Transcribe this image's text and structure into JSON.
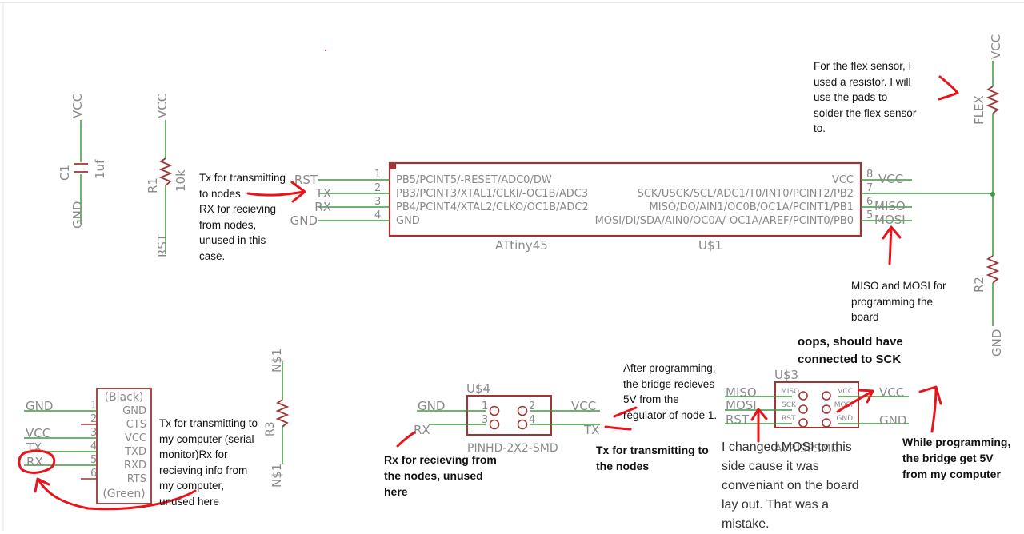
{
  "components": {
    "c1": {
      "ref": "C1",
      "value": "1uf",
      "top_net": "VCC",
      "bottom_net": "GND"
    },
    "r1": {
      "ref": "R1",
      "value": "10k",
      "top_net": "VCC",
      "bottom_net": "RST"
    },
    "u1": {
      "ref": "U$1",
      "part": "ATtiny45",
      "left_pins": [
        {
          "num": "1",
          "name": "PB5/PCINT5/-RESET/ADC0/DW",
          "net": "RST"
        },
        {
          "num": "2",
          "name": "PB3/PCINT3/XTAL1/CLKI/-OC1B/ADC3",
          "net": "TX"
        },
        {
          "num": "3",
          "name": "PB4/PCINT4/XTAL2/CLKO/OC1B/ADC2",
          "net": "RX"
        },
        {
          "num": "4",
          "name": "GND",
          "net": "GND"
        }
      ],
      "right_pins": [
        {
          "num": "8",
          "name": "VCC",
          "net": "VCC"
        },
        {
          "num": "7",
          "name": "SCK/USCK/SCL/ADC1/T0/INT0/PCINT2/PB2",
          "net": ""
        },
        {
          "num": "6",
          "name": "MISO/DO/AIN1/OC0B/OC1A/PCINT1/PB1",
          "net": "MISO"
        },
        {
          "num": "5",
          "name": "MOSI/DI/SDA/AIN0/OC0A/-OC1A/AREF/PCINT0/PB0",
          "net": "MOSI"
        }
      ]
    },
    "flex": {
      "ref": "FLEX",
      "top_net": "VCC"
    },
    "r2": {
      "ref": "R2",
      "bottom_net": "GND"
    },
    "ftdi": {
      "top_label": "(Black)",
      "bottom_label": "(Green)",
      "pins": [
        {
          "num": "1",
          "name": "GND",
          "net": "GND"
        },
        {
          "num": "2",
          "name": "CTS",
          "net": ""
        },
        {
          "num": "3",
          "name": "VCC",
          "net": "VCC"
        },
        {
          "num": "4",
          "name": "TXD",
          "net": "TX"
        },
        {
          "num": "5",
          "name": "RXD",
          "net": "RX"
        },
        {
          "num": "6",
          "name": "RTS",
          "net": ""
        }
      ]
    },
    "r3": {
      "ref": "R3",
      "top_net": "N$1",
      "bottom_net": "N$1"
    },
    "u4": {
      "ref": "U$4",
      "part": "PINHD-2X2-SMD",
      "pins": [
        {
          "num": "1"
        },
        {
          "num": "2"
        },
        {
          "num": "3"
        },
        {
          "num": "4"
        }
      ],
      "nets": {
        "left_top": "GND",
        "left_bottom": "RX",
        "right_top": "VCC",
        "right_bottom": "TX"
      }
    },
    "u3": {
      "ref": "U$3",
      "part": "AVRISPSMD",
      "inner_labels": [
        "MISO",
        "SCK",
        "RST",
        "VCC",
        "MOSI",
        "GND"
      ],
      "nets": {
        "left_top": "MISO",
        "left_mid": "MOSI",
        "left_bottom": "RST",
        "right_top": "VCC",
        "right_bottom": "GND"
      }
    }
  },
  "annotations": {
    "tx_rx_nodes": "Tx for transmitting\nto nodes\nRX for recieving\nfrom nodes,\nunused in this\ncase.",
    "flex_sensor": "For the flex sensor, I\nused a resistor. I will\nuse the pads to\nsolder the flex sensor\nto.",
    "miso_mosi": "MISO and MOSI for\nprogramming the\nboard",
    "oops": "oops, should have\nconnected to SCK",
    "bridge_regulator": "After programming,\nthe bridge recieves\n5V from the\nregulator of node 1.",
    "ftdi_note": "Tx for transmitting to\nmy computer (serial\nmonitor)Rx for\nrecieving info from\nmy computer,\nunused here",
    "rx_nodes": "Rx for recieving from\nthe nodes, unused\nhere",
    "tx_nodes": "Tx for transmitting to\nthe nodes",
    "mosi_change": "I changed MOSI to this\nside cause it was\nconveniant on the board\nlay out. That was a\nmistake.",
    "while_programming": "While programming,\nthe bridge get 5V\nfrom my computer"
  },
  "colors": {
    "wire": "#3d9a3d",
    "part": "#a03535",
    "label": "#8a8a8a",
    "ink": "#e8141c"
  }
}
